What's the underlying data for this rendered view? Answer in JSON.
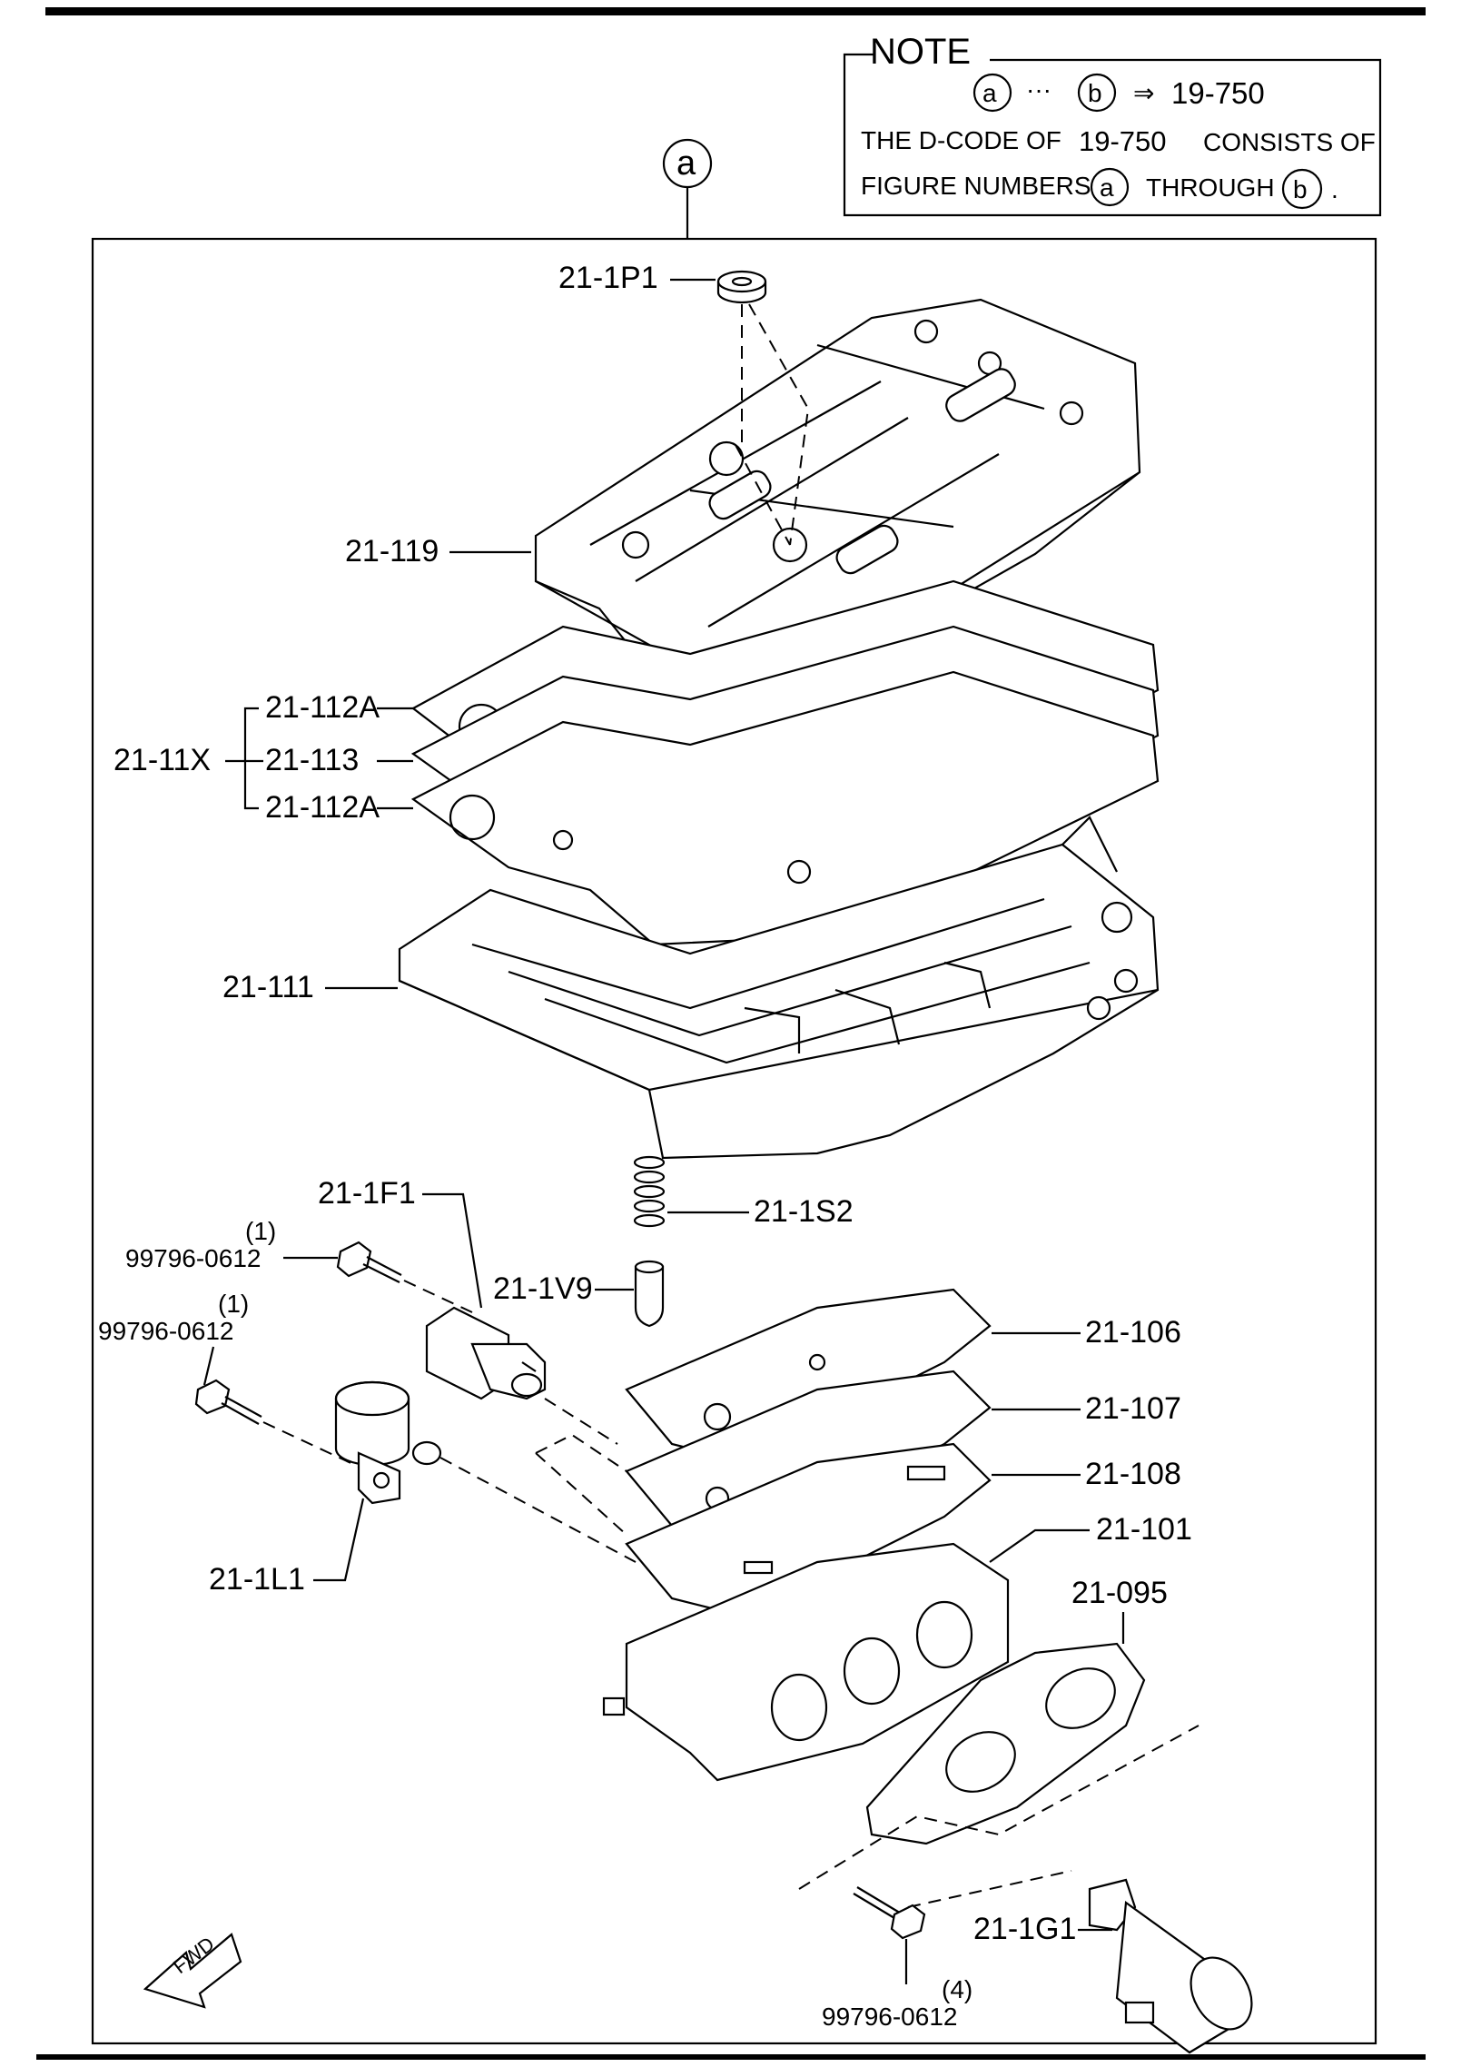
{
  "note": {
    "title": "NOTE",
    "range_from": "a",
    "range_sep": "···",
    "range_to": "b",
    "arrow": "⇒",
    "range_code": "19-750",
    "line1_pre": "THE D-CODE OF",
    "line1_code": "19-750",
    "line1_post": "CONSISTS OF",
    "line2_pre": "FIGURE NUMBERS",
    "line2_a": "a",
    "line2_mid": "THROUGH",
    "line2_b": "b",
    "line2_end": "."
  },
  "figure_marker": "a",
  "labels": {
    "p_1p1": "21-1P1",
    "p_119": "21-119",
    "p_112a_top": "21-112A",
    "p_11x": "21-11X",
    "p_113": "21-113",
    "p_112a_bot": "21-112A",
    "p_111": "21-111",
    "p_1f1": "21-1F1",
    "p_1s2": "21-1S2",
    "p_1v9": "21-1V9",
    "bolt1_qty": "(1)",
    "bolt1_code": "99796-0612",
    "bolt2_qty": "(1)",
    "bolt2_code": "99796-0612",
    "p_106": "21-106",
    "p_107": "21-107",
    "p_108": "21-108",
    "p_101": "21-101",
    "p_1l1": "21-1L1",
    "p_095": "21-095",
    "p_1g1": "21-1G1",
    "bolt3_qty": "(4)",
    "bolt3_code": "99796-0612",
    "fwd": "FWD"
  },
  "icons": {
    "fwd_arrow": "fwd-arrow-icon",
    "circled_a": "circled-letter-a",
    "circled_b": "circled-letter-b"
  }
}
